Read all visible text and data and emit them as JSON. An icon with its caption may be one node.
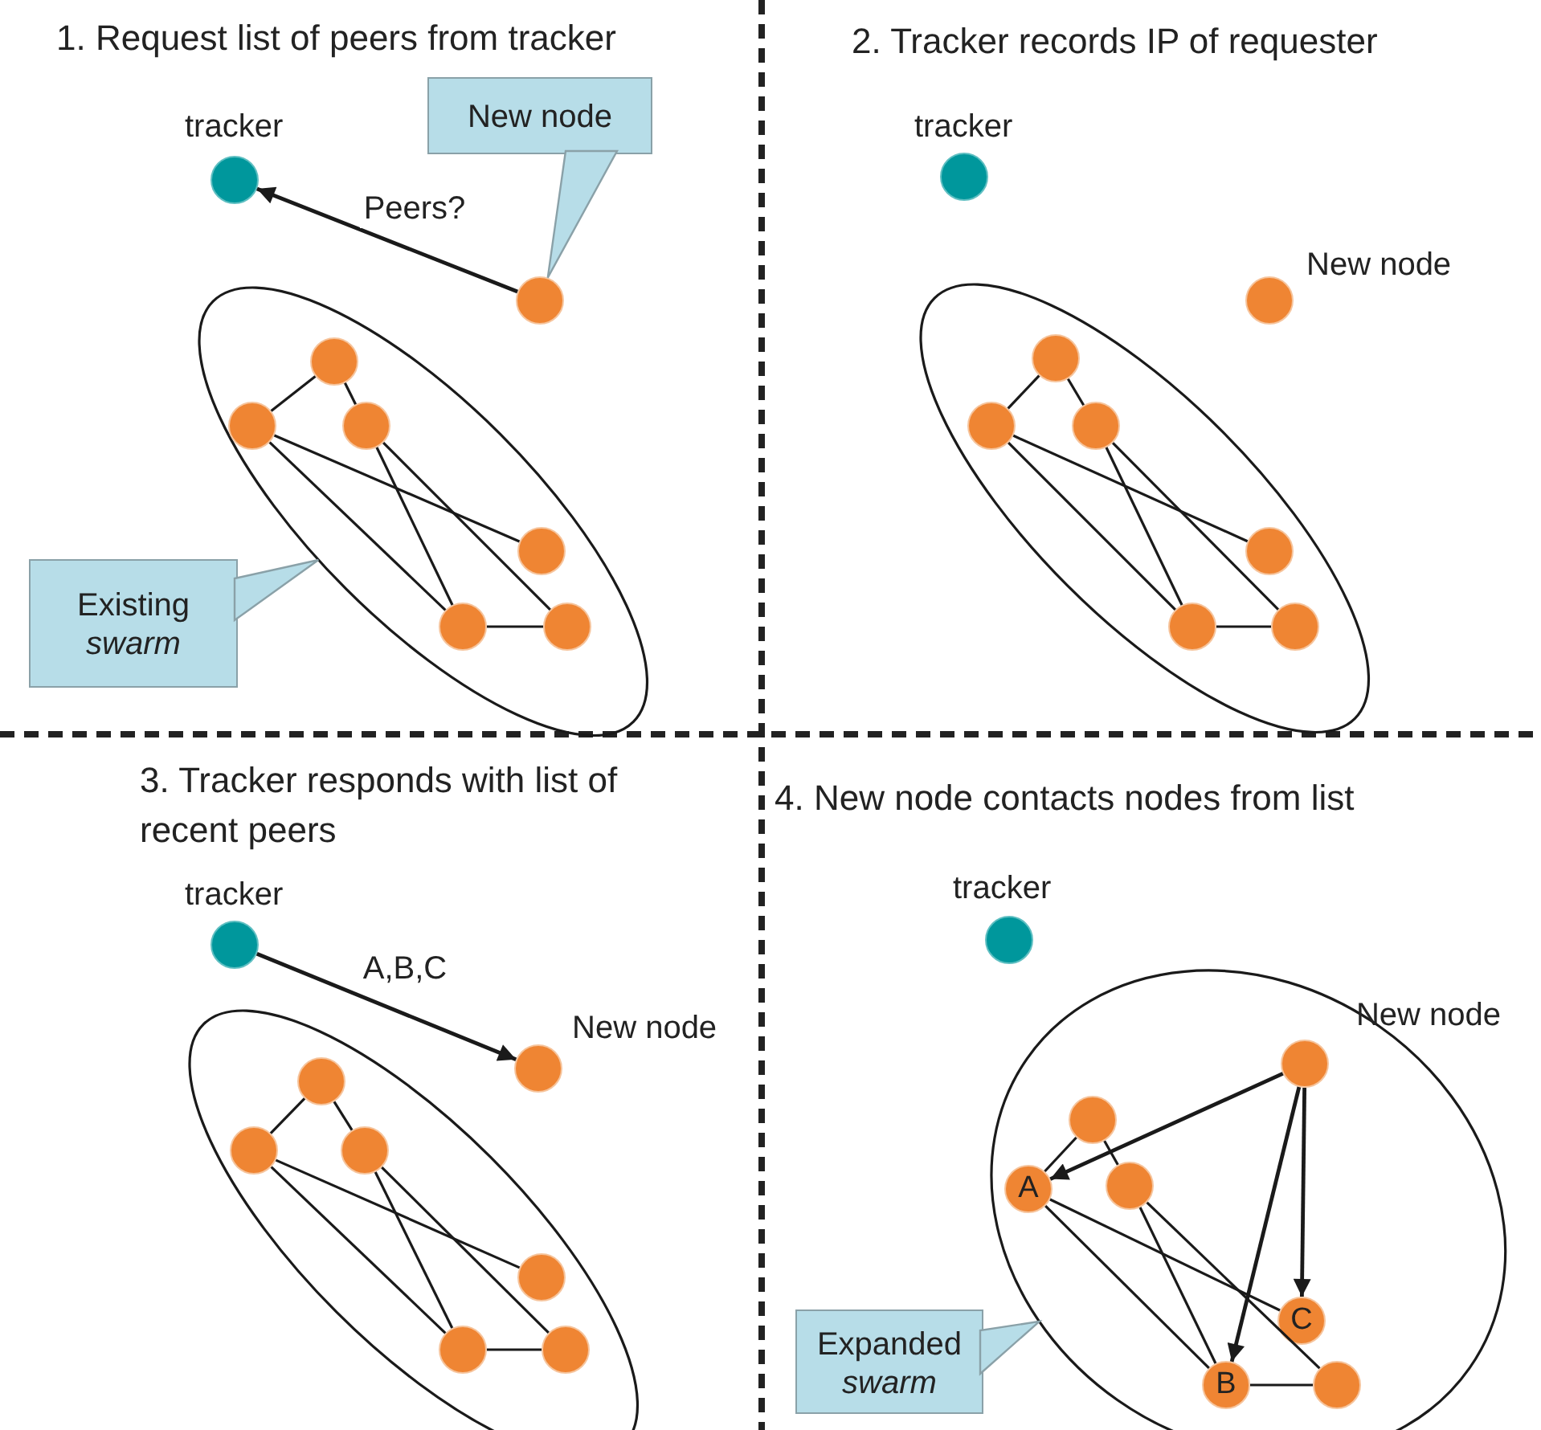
{
  "diagram": {
    "nodes": [
      {
        "text": [],
        "shape": "circle",
        "beside": [
          "tracker"
        ]
      },
      {
        "text": [
          "New node"
        ]
      },
      {
        "text": [],
        "shape": "circle"
      },
      {
        "text": [],
        "shape": "ellipse"
      },
      {
        "text": [],
        "shape": "circle",
        "in": 3
      },
      {
        "text": [],
        "shape": "circle",
        "in": 3
      },
      {
        "text": [],
        "shape": "circle",
        "in": 3
      },
      {
        "text": [],
        "shape": "circle",
        "in": 3
      },
      {
        "text": [],
        "shape": "circle",
        "in": 3
      },
      {
        "text": [],
        "shape": "circle",
        "in": 3
      },
      {
        "text": [
          "Existing *swarm*"
        ]
      },
      {
        "text": [],
        "shape": "circle",
        "beside": [
          "tracker"
        ]
      },
      {
        "text": [],
        "shape": "circle",
        "beside": [
          "New node"
        ]
      },
      {
        "text": [],
        "shape": "ellipse"
      },
      {
        "text": [],
        "shape": "circle",
        "in": 13
      },
      {
        "text": [],
        "shape": "circle",
        "in": 13
      },
      {
        "text": [],
        "shape": "circle",
        "in": 13
      },
      {
        "text": [],
        "shape": "circle",
        "in": 13
      },
      {
        "text": [],
        "shape": "circle",
        "in": 13
      },
      {
        "text": [],
        "shape": "circle",
        "in": 13
      },
      {
        "text": [],
        "shape": "circle",
        "beside": [
          "tracker"
        ]
      },
      {
        "text": [],
        "shape": "circle",
        "beside": [
          "New node"
        ]
      },
      {
        "text": [],
        "shape": "ellipse"
      },
      {
        "text": [],
        "shape": "circle",
        "in": 22
      },
      {
        "text": [],
        "shape": "circle",
        "in": 22
      },
      {
        "text": [],
        "shape": "circle",
        "in": 22
      },
      {
        "text": [],
        "shape": "circle",
        "in": 22
      },
      {
        "text": [],
        "shape": "circle",
        "in": 22
      },
      {
        "text": [],
        "shape": "circle",
        "in": 22
      },
      {
        "text": [],
        "shape": "circle",
        "beside": [
          "tracker"
        ]
      },
      {
        "text": [],
        "shape": "ellipse"
      },
      {
        "text": [],
        "shape": "circle",
        "in": 30,
        "beside": [
          "New node"
        ]
      },
      {
        "text": [],
        "shape": "circle",
        "in": 30
      },
      {
        "text": [
          "A"
        ],
        "in": 30
      },
      {
        "text": [],
        "shape": "circle",
        "in": 30
      },
      {
        "text": [
          "C"
        ],
        "in": 30
      },
      {
        "text": [
          "B"
        ],
        "in": 30
      },
      {
        "text": [],
        "shape": "circle",
        "in": 30
      },
      {
        "text": [
          "Expanded *swarm*"
        ]
      }
    ],
    "edges": [
      {
        "from": 4,
        "to": 5,
        "arrow": "none"
      },
      {
        "from": 4,
        "to": 6,
        "arrow": "none"
      },
      {
        "from": 5,
        "to": 7,
        "arrow": "none"
      },
      {
        "from": 5,
        "to": 8,
        "arrow": "none"
      },
      {
        "from": 6,
        "to": 8,
        "arrow": "none"
      },
      {
        "from": 6,
        "to": 9,
        "arrow": "none"
      },
      {
        "from": 8,
        "to": 9,
        "arrow": "none"
      },
      {
        "from": 14,
        "to": 15,
        "arrow": "none"
      },
      {
        "from": 14,
        "to": 16,
        "arrow": "none"
      },
      {
        "from": 15,
        "to": 17,
        "arrow": "none"
      },
      {
        "from": 15,
        "to": 18,
        "arrow": "none"
      },
      {
        "from": 16,
        "to": 18,
        "arrow": "none"
      },
      {
        "from": 16,
        "to": 19,
        "arrow": "none"
      },
      {
        "from": 18,
        "to": 19,
        "arrow": "none"
      },
      {
        "from": 23,
        "to": 24,
        "arrow": "none"
      },
      {
        "from": 23,
        "to": 25,
        "arrow": "none"
      },
      {
        "from": 24,
        "to": 26,
        "arrow": "none"
      },
      {
        "from": 24,
        "to": 27,
        "arrow": "none"
      },
      {
        "from": 25,
        "to": 27,
        "arrow": "none"
      },
      {
        "from": 25,
        "to": 28,
        "arrow": "none"
      },
      {
        "from": 27,
        "to": 28,
        "arrow": "none"
      },
      {
        "from": 32,
        "to": 33,
        "arrow": "none"
      },
      {
        "from": 32,
        "to": 34,
        "arrow": "none"
      },
      {
        "from": 33,
        "to": 35,
        "arrow": "none"
      },
      {
        "from": 33,
        "to": 36,
        "arrow": "none"
      },
      {
        "from": 34,
        "to": 36,
        "arrow": "none"
      },
      {
        "from": 34,
        "to": 37,
        "arrow": "none"
      },
      {
        "from": 36,
        "to": 37,
        "arrow": "none"
      },
      {
        "from": 2,
        "to": 0,
        "arrow": "to",
        "label": "Peers?"
      },
      {
        "from": 20,
        "to": 21,
        "arrow": "to",
        "label": "A,B,C"
      },
      {
        "from": 31,
        "to": 33,
        "arrow": "to"
      },
      {
        "from": 31,
        "to": 36,
        "arrow": "to"
      },
      {
        "from": 31,
        "to": 35,
        "arrow": "to"
      },
      {
        "from": 1,
        "to": 2,
        "arrow": "none"
      },
      {
        "from": 10,
        "to": 3,
        "arrow": "none"
      },
      {
        "from": 38,
        "to": 30,
        "arrow": "none"
      }
    ],
    "labels": [
      "1. Request list of peers from tracker",
      "2. Tracker records IP of requester",
      "3. Tracker responds with list of recent peers",
      "4. New node contacts nodes from list"
    ]
  }
}
